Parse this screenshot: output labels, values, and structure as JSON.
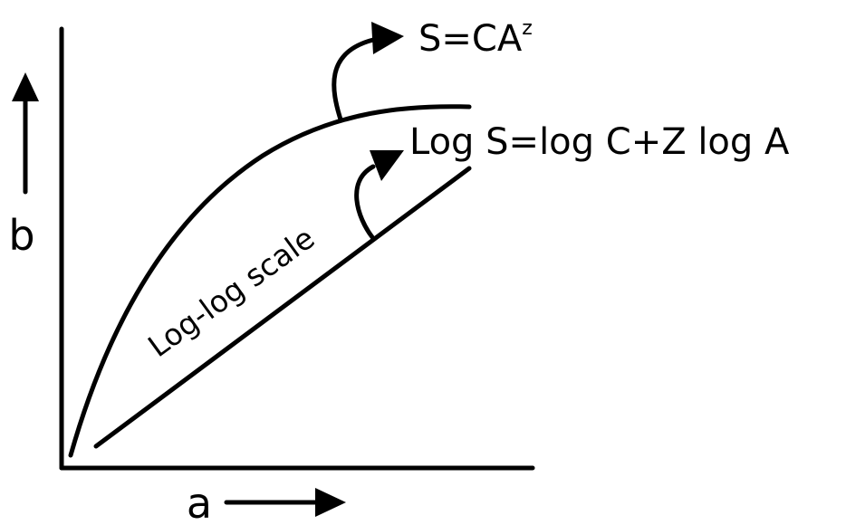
{
  "diagram": {
    "x_label": "a",
    "y_label": "b",
    "curve_label": {
      "base": "S=CA",
      "superscript": "z"
    },
    "line_label": "Log S=log C+Z log A",
    "scale_label": "Log-log scale"
  },
  "colors": {
    "ink": "#000000",
    "background": "#ffffff"
  }
}
